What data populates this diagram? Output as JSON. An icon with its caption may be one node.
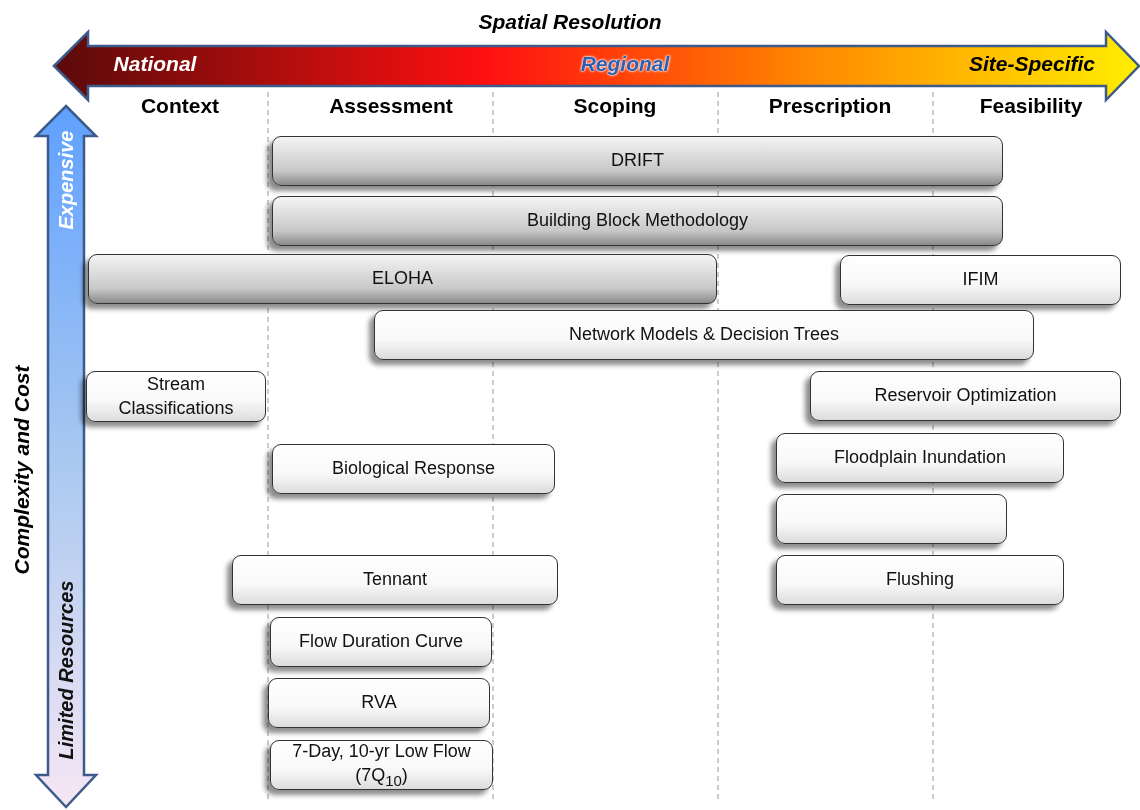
{
  "diagram": {
    "title": "Spatial Resolution",
    "nodes": [
      {
        "text": [
          "DRIFT"
        ]
      },
      {
        "text": [
          "Building Block Methodology"
        ]
      },
      {
        "text": [
          "ELOHA"
        ]
      },
      {
        "text": [
          "IFIM"
        ]
      },
      {
        "text": [
          "Network Models & Decision Trees"
        ]
      },
      {
        "text": [
          "Stream Classifications"
        ]
      },
      {
        "text": [
          "Reservoir Optimization"
        ]
      },
      {
        "text": [
          "Biological Response"
        ]
      },
      {
        "text": [
          "Floodplain Inundation"
        ]
      },
      {
        "text": [],
        "shape": "box"
      },
      {
        "text": [
          "Tennant"
        ]
      },
      {
        "text": [
          "Flushing"
        ]
      },
      {
        "text": [
          "Flow Duration Curve"
        ]
      },
      {
        "text": [
          "RVA"
        ]
      },
      {
        "text": [
          "7-Day, 10-yr Low Flow (7Q$_{10}$)"
        ]
      }
    ],
    "labels": [
      "National",
      "Regional",
      "Site-Specific",
      "Context",
      "Assessment",
      "Scoping",
      "Prescription",
      "Feasibility",
      "Expensive",
      "Complexity and Cost",
      "Limited Resources"
    ]
  }
}
